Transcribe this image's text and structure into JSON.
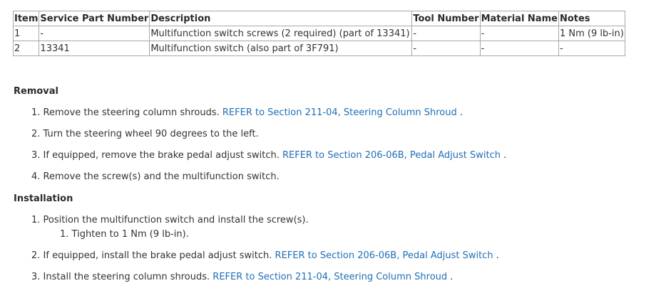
{
  "table": {
    "headers": [
      "Item",
      "Service Part Number",
      "Description",
      "Tool Number",
      "Material Name",
      "Notes"
    ],
    "rows": [
      [
        "1",
        "-",
        "Multifunction switch screws (2 required) (part of 13341)",
        "-",
        "-",
        "1 Nm (9 lb-in)"
      ],
      [
        "2",
        "13341",
        "Multifunction switch (also part of 3F791)",
        "-",
        "-",
        "-"
      ]
    ]
  },
  "removal": {
    "heading": "Removal",
    "steps": [
      {
        "num": "1.",
        "text": "Remove the steering column shrouds. ",
        "link": "REFER to Section 211-04, Steering Column Shroud",
        "suffix": " ."
      },
      {
        "num": "2.",
        "text": "Turn the steering wheel 90 degrees to the left.",
        "link": "",
        "suffix": ""
      },
      {
        "num": "3.",
        "text": "If equipped, remove the brake pedal adjust switch. ",
        "link": "REFER to Section 206-06B, Pedal Adjust Switch",
        "suffix": " ."
      },
      {
        "num": "4.",
        "text": "Remove the screw(s) and the multifunction switch.",
        "link": "",
        "suffix": ""
      }
    ]
  },
  "installation": {
    "heading": "Installation",
    "steps": [
      {
        "num": "1.",
        "text": "Position the multifunction switch and install the screw(s).",
        "link": "",
        "suffix": ""
      },
      {
        "num": "1.",
        "text": "Tighten to 1 Nm (9 lb-in).",
        "link": "",
        "suffix": ""
      },
      {
        "num": "2.",
        "text": "If equipped, install the brake pedal adjust switch. ",
        "link": "REFER to Section 206-06B, Pedal Adjust Switch",
        "suffix": " ."
      },
      {
        "num": "3.",
        "text": "Install the steering column shrouds. ",
        "link": "REFER to Section 211-04, Steering Column Shroud",
        "suffix": " ."
      }
    ]
  }
}
